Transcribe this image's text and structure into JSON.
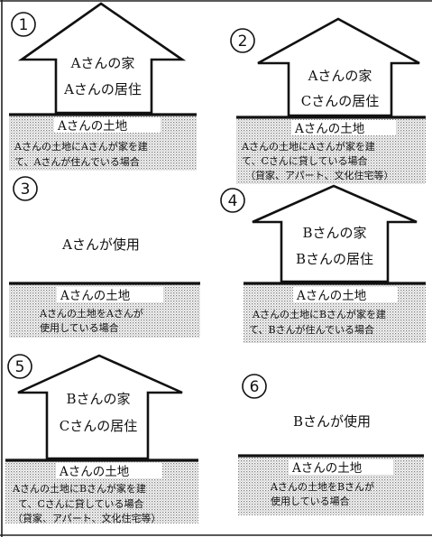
{
  "cases": [
    {
      "number": "1",
      "house_owner": "Aさんの家",
      "resident": "Aさんの居住",
      "land_title": "Aさんの土地",
      "desc_lines": [
        "Aさんの土地にAさんが家を建",
        "て、Aさんが住んでいる場合"
      ]
    },
    {
      "number": "2",
      "house_owner": "Aさんの家",
      "resident": "Cさんの居住",
      "land_title": "Aさんの土地",
      "desc_lines": [
        "Aさんの土地にAさんが家を建",
        "て、Cさんに貸している場合",
        "（貸家、アパート、文化住宅等）"
      ]
    },
    {
      "number": "3",
      "usage": "Aさんが使用",
      "land_title": "Aさんの土地",
      "desc_lines": [
        "Aさんの土地をAさんが",
        "使用している場合"
      ]
    },
    {
      "number": "4",
      "house_owner": "Bさんの家",
      "resident": "Bさんの居住",
      "land_title": "Aさんの土地",
      "desc_lines": [
        "Aさんの土地にBさんが家を建",
        "て、Bさんが住んでいる場合"
      ]
    },
    {
      "number": "5",
      "house_owner": "Bさんの家",
      "resident": "Cさんの居住",
      "land_title": "Aさんの土地",
      "desc_lines": [
        "Aさんの土地にBさんが家を建",
        "て、Cさんに貸している場合",
        "（貸家、アパート、文化住宅等）"
      ]
    },
    {
      "number": "6",
      "usage": "Bさんが使用",
      "land_title": "Aさんの土地",
      "desc_lines": [
        "Aさんの土地をBさんが",
        "使用している場合"
      ]
    }
  ]
}
